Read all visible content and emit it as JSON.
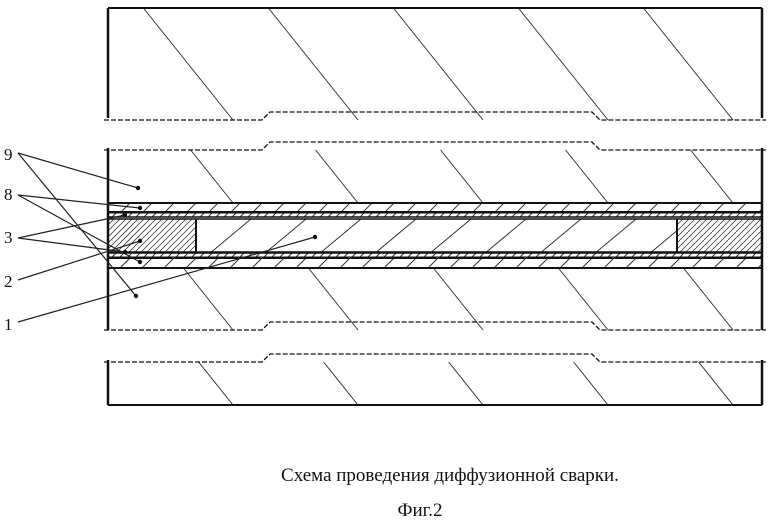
{
  "figure": {
    "caption": "Схема проведения диффузионной сварки.",
    "figure_label": "Фиг.2",
    "callouts": [
      "9",
      "8",
      "3",
      "2",
      "1"
    ]
  }
}
